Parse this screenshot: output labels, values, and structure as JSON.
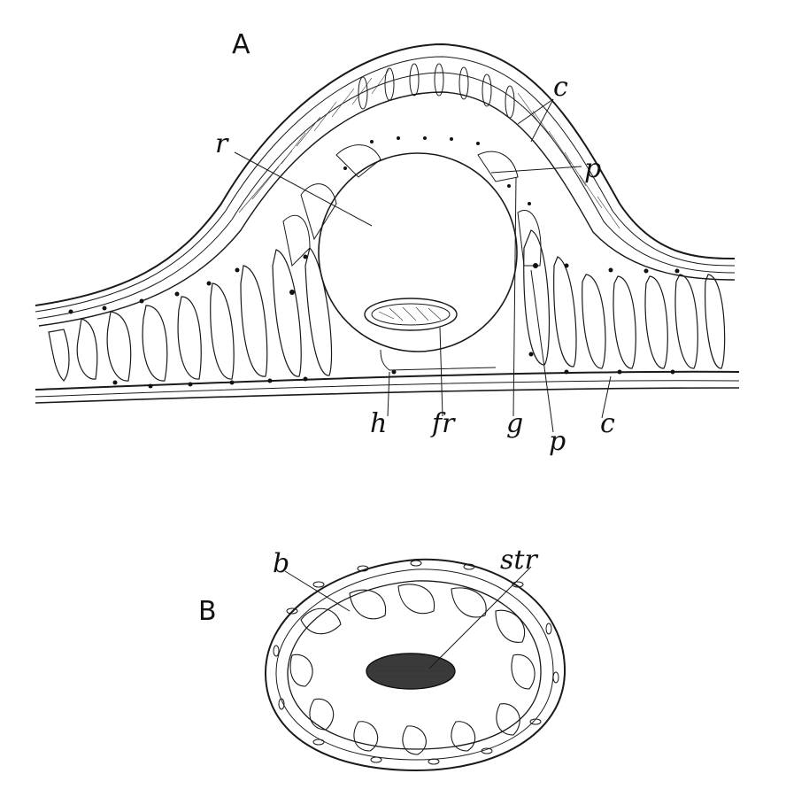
{
  "panels": [
    {
      "id": "A",
      "label": "A",
      "callouts": [
        "c",
        "r",
        "p",
        "h",
        "fr",
        "g",
        "p",
        "c"
      ]
    },
    {
      "id": "B",
      "label": "B",
      "callouts": [
        "b",
        "str"
      ]
    }
  ],
  "colors": {
    "ink": "#1a1a1a",
    "paper": "#ffffff"
  }
}
